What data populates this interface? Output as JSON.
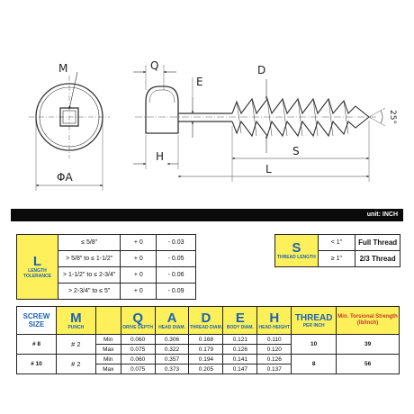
{
  "drawing": {
    "labels": {
      "M": "M",
      "Q": "Q",
      "E": "E",
      "D": "D",
      "phiA": "ΦA",
      "H": "H",
      "L": "L",
      "S": "S",
      "angle": "25°"
    }
  },
  "unit_label": "unit: INCH",
  "length_tolerance": {
    "title": "L",
    "subtitle": "LENGTH TOLERANCE",
    "rows": [
      {
        "range": "≤ 5/8\"",
        "plus": "+ 0",
        "minus": "- 0.03"
      },
      {
        "range": "> 5/8\" to ≤ 1-1/2\"",
        "plus": "+ 0",
        "minus": "- 0.05"
      },
      {
        "range": "> 1-1/2\" to ≤ 2-3/4\"",
        "plus": "+ 0",
        "minus": "- 0.06"
      },
      {
        "range": "> 2-3/4\" to ≤ 5\"",
        "plus": "+ 0",
        "minus": "- 0.09"
      }
    ]
  },
  "thread_length": {
    "title": "S",
    "subtitle": "THREAD LENGTH",
    "rows": [
      {
        "cond": "< 1\"",
        "value": "Full Thread"
      },
      {
        "cond": "≥ 1\"",
        "value": "2/3 Thread"
      }
    ]
  },
  "spec_table": {
    "headers": {
      "size": "SCREW SIZE",
      "M": "M",
      "M_sub": "PUNCH",
      "Q": "Q",
      "Q_sub": "DRIVE DEPTH",
      "A": "A",
      "A_sub": "HEAD DIAM.",
      "D": "D",
      "D_sub": "THREAD DIAM.",
      "E": "E",
      "E_sub": "BODY DIAM.",
      "H": "H",
      "H_sub": "HEAD HEIGHT",
      "thread": "THREAD",
      "thread_sub": "PER INCH",
      "torsion": "Min. Torsional Strength (lb/inch)"
    },
    "rows": [
      {
        "size": "# 8",
        "punch": "# 2",
        "min": {
          "label": "Min",
          "Q": "0.060",
          "A": "0.306",
          "D": "0.168",
          "E": "0.121",
          "H": "0.110"
        },
        "max": {
          "label": "Max",
          "Q": "0.075",
          "A": "0.322",
          "D": "0.179",
          "E": "0.126",
          "H": "0.120"
        },
        "thread": "10",
        "torsion": "39"
      },
      {
        "size": "# 10",
        "punch": "# 2",
        "min": {
          "label": "Min",
          "Q": "0.060",
          "A": "0.357",
          "D": "0.194",
          "E": "0.141",
          "H": "0.126"
        },
        "max": {
          "label": "Max",
          "Q": "0.075",
          "A": "0.373",
          "D": "0.205",
          "E": "0.147",
          "H": "0.137"
        },
        "thread": "8",
        "torsion": "56"
      }
    ]
  }
}
